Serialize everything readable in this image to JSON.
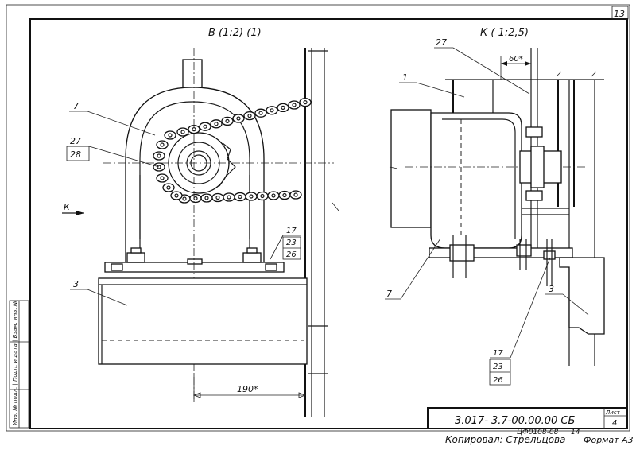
{
  "sheet_number": "13",
  "view_b_title": "В (1:2) (1)",
  "view_k_title": "К ( 1:2,5)",
  "view_direction_letter": "К",
  "labels": {
    "item_7_left": "7",
    "item_27_left": "27",
    "item_28_left": "28",
    "item_3_left": "3",
    "item_17_left": "17",
    "item_23_left": "23",
    "item_26_left": "26",
    "item_27_right": "27",
    "item_1_right": "1",
    "item_7_right": "7",
    "item_3_right": "3",
    "item_17_right": "17",
    "item_23_right": "23",
    "item_26_right": "26"
  },
  "dimensions": {
    "dim_190": "190*",
    "dim_60": "60*"
  },
  "title_block": {
    "document_code": "3.017- 3.7-00.00.00 СБ",
    "list_label": "Лист",
    "list_number": "4",
    "copied_by": "Копировал: Стрельцова",
    "order_number": "ЦФ0108-08",
    "order_suffix": "14",
    "format": "Формат А3"
  },
  "left_strip_text": "Инв. № подл. | Подп. и дата | Взам. инв. №"
}
